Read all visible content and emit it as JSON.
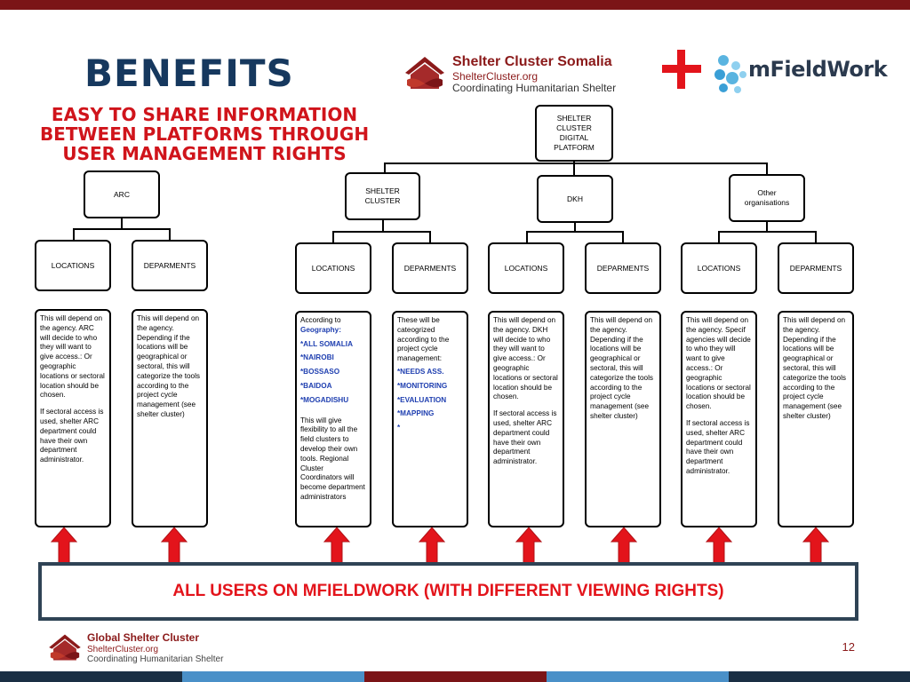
{
  "header": {
    "title": "BENEFITS",
    "subtitle_lines": [
      "EASY TO SHARE INFORMATION",
      "BETWEEN PLATFORMS THROUGH",
      "USER MANAGEMENT RIGHTS"
    ]
  },
  "logos": {
    "shelter_cluster_somalia": {
      "name": "Shelter Cluster Somalia",
      "url": "ShelterCluster.org",
      "tagline": "Coordinating Humanitarian Shelter"
    },
    "mfieldwork": {
      "name": "mFieldWork"
    },
    "global_shelter_cluster": {
      "name": "Global Shelter Cluster",
      "url": "ShelterCluster.org",
      "tagline": "Coordinating Humanitarian Shelter"
    }
  },
  "org_chart": {
    "root_lines": [
      "SHELTER CLUSTER",
      "DIGITAL",
      "PLATFORM"
    ],
    "groups": [
      {
        "label": "ARC",
        "children": [
          "LOCATIONS",
          "DEPARMENTS"
        ]
      },
      {
        "label": "SHELTER CLUSTER",
        "children": [
          "LOCATIONS",
          "DEPARMENTS"
        ]
      },
      {
        "label": "DKH",
        "children": [
          "LOCATIONS",
          "DEPARMENTS"
        ]
      },
      {
        "label_lines": [
          "Other",
          "organisations"
        ],
        "children": [
          "LOCATIONS",
          "DEPARMENTS"
        ]
      }
    ]
  },
  "descriptions": {
    "arc_locations": {
      "p1": "This will depend on the agency. ARC will decide to who they will want to give access.: Or geographic locations or sectoral location should be chosen.",
      "p2": "If sectoral access is used, shelter ARC department could have their own department administrator."
    },
    "arc_departments": {
      "p1": "This will depend on the agency. Depending if the locations will be geographical or sectoral, this will categorize the tools according to the project cycle management (see shelter cluster)"
    },
    "sc_locations": {
      "intro": "According to",
      "items": [
        "Geography:",
        "*ALL SOMALIA",
        "*NAIROBI",
        "*BOSSASO",
        "*BAIDOA",
        "*MOGADISHU"
      ],
      "p2": "This will give flexibility to all the field clusters to develop their own tools. Regional Cluster Coordinators will become department administrators"
    },
    "sc_departments": {
      "intro": "These will be cateogrized according to the project cycle management:",
      "items": [
        "*NEEDS ASS.",
        "*MONITORING",
        "*EVALUATION",
        "*MAPPING",
        "*"
      ]
    },
    "dkh_locations": {
      "p1": "This will depend on the agency. DKH will decide to who they will want to give access.: Or geographic locations or sectoral location should be chosen.",
      "p2": "If sectoral access is used, shelter ARC department could have their own department administrator."
    },
    "dkh_departments": {
      "p1": "This will depend on the agency. Depending if the locations will be geographical or sectoral, this will categorize the tools according to the project cycle management (see shelter cluster)"
    },
    "other_locations": {
      "p1": "This will depend on the agency. Specif agencies will decide to who they will want to give access.: Or geographic locations or sectoral location should be chosen.",
      "p2": "If sectoral access is used, shelter ARC department could have their own department administrator."
    },
    "other_departments": {
      "p1": "This will depend on the agency. Depending if the locations will be geographical or sectoral, this will categorize the tools according to the project cycle management (see shelter cluster)"
    }
  },
  "banner": {
    "text": "ALL USERS ON MFIELDWORK (WITH DIFFERENT VIEWING RIGHTS)"
  },
  "footer": {
    "page_number": "12"
  },
  "colors": {
    "title": "#16385e",
    "accent_red": "#e3141b",
    "brand_maroon": "#7b1417",
    "banner_border": "#2f4355",
    "highlight_blue": "#1f3fb0"
  }
}
